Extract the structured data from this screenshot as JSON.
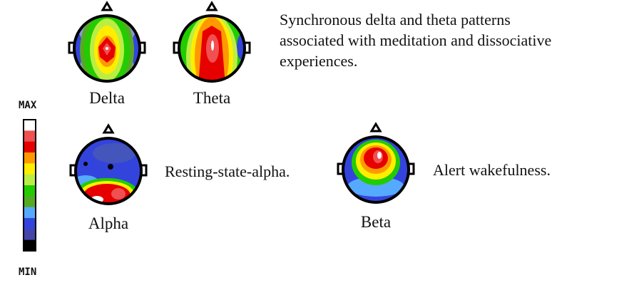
{
  "scale": {
    "max_label": "MAX",
    "min_label": "MIN",
    "colors": [
      "#ffffff",
      "#f05050",
      "#e60000",
      "#ff9900",
      "#ffee00",
      "#bbee44",
      "#22cc00",
      "#55aa22",
      "#55aaff",
      "#3344dd",
      "#4444aa",
      "#000000"
    ]
  },
  "maps": [
    {
      "band": "Delta",
      "description": "Synchronous delta and theta patterns associated with meditation and dissociative experiences."
    },
    {
      "band": "Theta"
    },
    {
      "band": "Alpha",
      "description": "Resting-state-alpha."
    },
    {
      "band": "Beta",
      "description": "Alert wakefulness."
    }
  ],
  "description_lines": [
    "Synchronous delta and theta patterns",
    "associated with meditation and dissociative",
    "experiences."
  ]
}
